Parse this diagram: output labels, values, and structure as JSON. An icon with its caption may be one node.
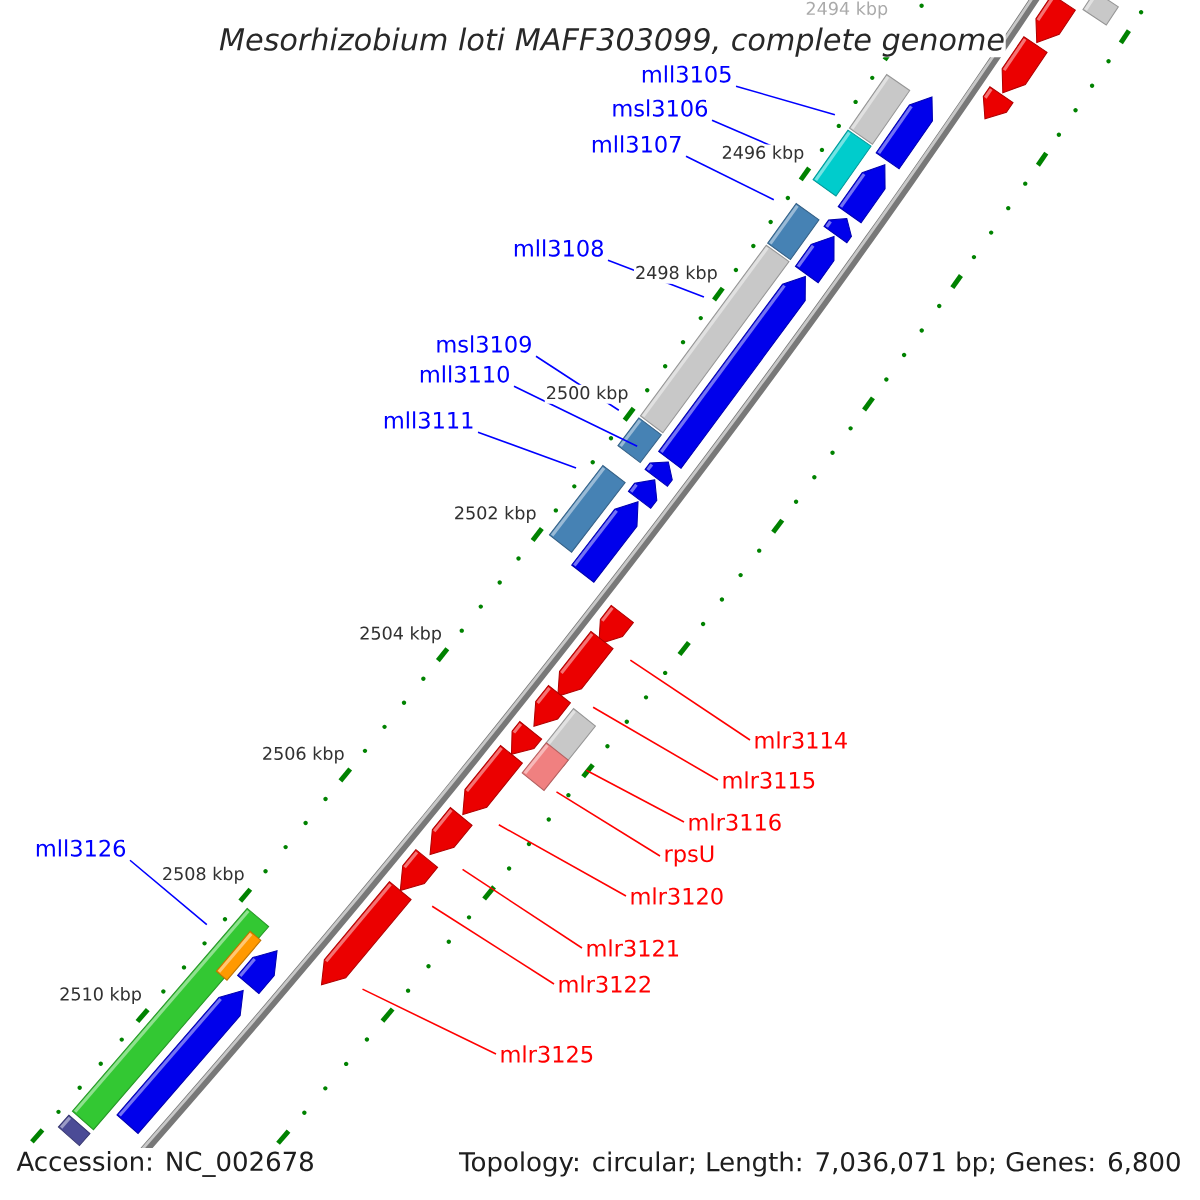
{
  "diagram": {
    "title": "Mesorhizobium loti MAFF303099, complete genome",
    "nodes": [
      {
        "text": [
          "mll3105"
        ]
      },
      {
        "text": [
          "msl3106"
        ]
      },
      {
        "text": [
          "mll3107"
        ]
      },
      {
        "text": [
          "mll3108"
        ]
      },
      {
        "text": [
          "msl3109"
        ]
      },
      {
        "text": [
          "mll3110"
        ]
      },
      {
        "text": [
          "mll3111"
        ]
      },
      {
        "text": [
          "mlr3114"
        ]
      },
      {
        "text": [
          "mlr3115"
        ]
      },
      {
        "text": [
          "mlr3116"
        ]
      },
      {
        "text": [
          "mll3126"
        ]
      },
      {
        "text": [
          "rpsU"
        ]
      },
      {
        "text": [
          "mlr3120"
        ]
      },
      {
        "text": [
          "mlr3121"
        ]
      },
      {
        "text": [
          "mlr3122"
        ]
      },
      {
        "text": [
          "mlr3125"
        ]
      },
      {
        "text": [],
        "shape": "arrow"
      },
      {
        "text": [],
        "shape": "arrow"
      },
      {
        "text": [],
        "shape": "arrow"
      },
      {
        "text": [],
        "shape": "arrow"
      },
      {
        "text": [],
        "shape": "arrow"
      },
      {
        "text": [],
        "shape": "arrow"
      },
      {
        "text": [],
        "shape": "arrow"
      },
      {
        "text": [],
        "shape": "arrow"
      },
      {
        "text": [],
        "shape": "arrow"
      },
      {
        "text": [],
        "shape": "arrow"
      },
      {
        "text": [],
        "shape": "bar"
      },
      {
        "text": [],
        "shape": "bar"
      },
      {
        "text": [],
        "shape": "bar"
      },
      {
        "text": [],
        "shape": "bar"
      },
      {
        "text": [],
        "shape": "bar"
      },
      {
        "text": [],
        "shape": "bar"
      },
      {
        "text": [],
        "shape": "bar"
      },
      {
        "text": [],
        "shape": "bar"
      },
      {
        "text": [],
        "shape": "bar",
        "in": 32
      },
      {
        "text": [],
        "shape": "arrow"
      },
      {
        "text": [],
        "shape": "arrow"
      },
      {
        "text": [],
        "shape": "arrow"
      },
      {
        "text": [],
        "shape": "arrow"
      },
      {
        "text": [],
        "shape": "arrow"
      },
      {
        "text": [],
        "shape": "arrow"
      },
      {
        "text": [],
        "shape": "arrow"
      },
      {
        "text": [],
        "shape": "arrow"
      },
      {
        "text": [],
        "shape": "arrow"
      },
      {
        "text": [],
        "shape": "arrow"
      },
      {
        "text": [],
        "shape": "arrow"
      },
      {
        "text": [],
        "shape": "bar"
      },
      {
        "text": [],
        "shape": "bar"
      },
      {
        "text": [],
        "shape": "bar"
      }
    ],
    "edges": [
      {
        "from": 0,
        "to": 26,
        "arrow": "none",
        "color": "#0000ff"
      },
      {
        "from": 1,
        "to": 27,
        "arrow": "none",
        "color": "#0000ff"
      },
      {
        "from": 2,
        "to": 28,
        "arrow": "none",
        "color": "#0000ff"
      },
      {
        "from": 3,
        "to": 29,
        "arrow": "none",
        "color": "#0000ff"
      },
      {
        "from": 4,
        "to": 30,
        "arrow": "none",
        "color": "#0000ff"
      },
      {
        "from": 5,
        "to": 21,
        "arrow": "none",
        "color": "#0000ff"
      },
      {
        "from": 6,
        "to": 31,
        "arrow": "none",
        "color": "#0000ff"
      },
      {
        "from": 7,
        "to": 38,
        "arrow": "none",
        "color": "#ff0000"
      },
      {
        "from": 8,
        "to": 39,
        "arrow": "none",
        "color": "#ff0000"
      },
      {
        "from": 9,
        "to": 47,
        "arrow": "none",
        "color": "#ff0000"
      },
      {
        "from": 10,
        "to": 32,
        "arrow": "none",
        "color": "#0000ff"
      },
      {
        "from": 11,
        "to": 48,
        "arrow": "none",
        "color": "#ff0000"
      },
      {
        "from": 12,
        "to": 42,
        "arrow": "none",
        "color": "#ff0000"
      },
      {
        "from": 13,
        "to": 43,
        "arrow": "none",
        "color": "#ff0000"
      },
      {
        "from": 14,
        "to": 44,
        "arrow": "none",
        "color": "#ff0000"
      },
      {
        "from": 15,
        "to": 45,
        "arrow": "none",
        "color": "#ff0000"
      }
    ],
    "labels": [
      "2494 kbp",
      "2496 kbp",
      "2498 kbp",
      "2500 kbp",
      "2502 kbp",
      "2504 kbp",
      "2506 kbp",
      "2508 kbp",
      "2510 kbp",
      "Accession: NC_002678",
      "Topology: circular; Length: 7,036,071 bp; Genes: 6,800"
    ]
  }
}
